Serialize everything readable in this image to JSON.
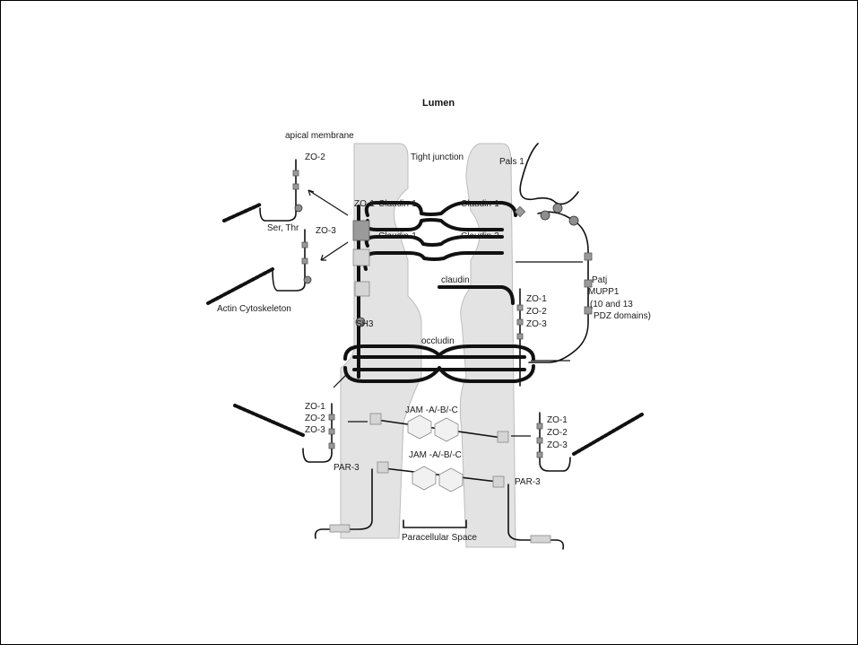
{
  "diagram": {
    "title": "Lumen",
    "labels": {
      "apical_membrane": "apical membrane",
      "tight_junction": "Tight junction",
      "pals1": "Pals 1",
      "zo2_top": "ZO-2",
      "zo1_left": "ZO-1",
      "zo3_left": "ZO-3",
      "ser_thr": "Ser, Thr",
      "claudin1_left": "Claudin-1",
      "claudin1_right": "Claudin-1",
      "claudin1_left2": "Claudin-1",
      "claudin3_right": "Claudin-3",
      "claudin": "claudin",
      "patj": "Patj",
      "mupp1": "MUPP1",
      "pdz1": "(10 and 13",
      "pdz2": "PDZ domains)",
      "zo1_mid": "ZO-1",
      "zo2_mid": "ZO-2",
      "zo3_mid": "ZO-3",
      "actin": "Actin Cytoskeleton",
      "sh3": "SH3",
      "occludin": "occludin",
      "zo1_ll": "ZO-1",
      "zo2_ll": "ZO-2",
      "zo3_ll": "ZO-3",
      "jam1": "JAM -A/-B/-C",
      "jam2": "JAM -A/-B/-C",
      "zo1_lr": "ZO-1",
      "zo2_lr": "ZO-2",
      "zo3_lr": "ZO-3",
      "par3_left": "PAR-3",
      "par3_right": "PAR-3",
      "paracellular": "Paracellular Space"
    }
  }
}
